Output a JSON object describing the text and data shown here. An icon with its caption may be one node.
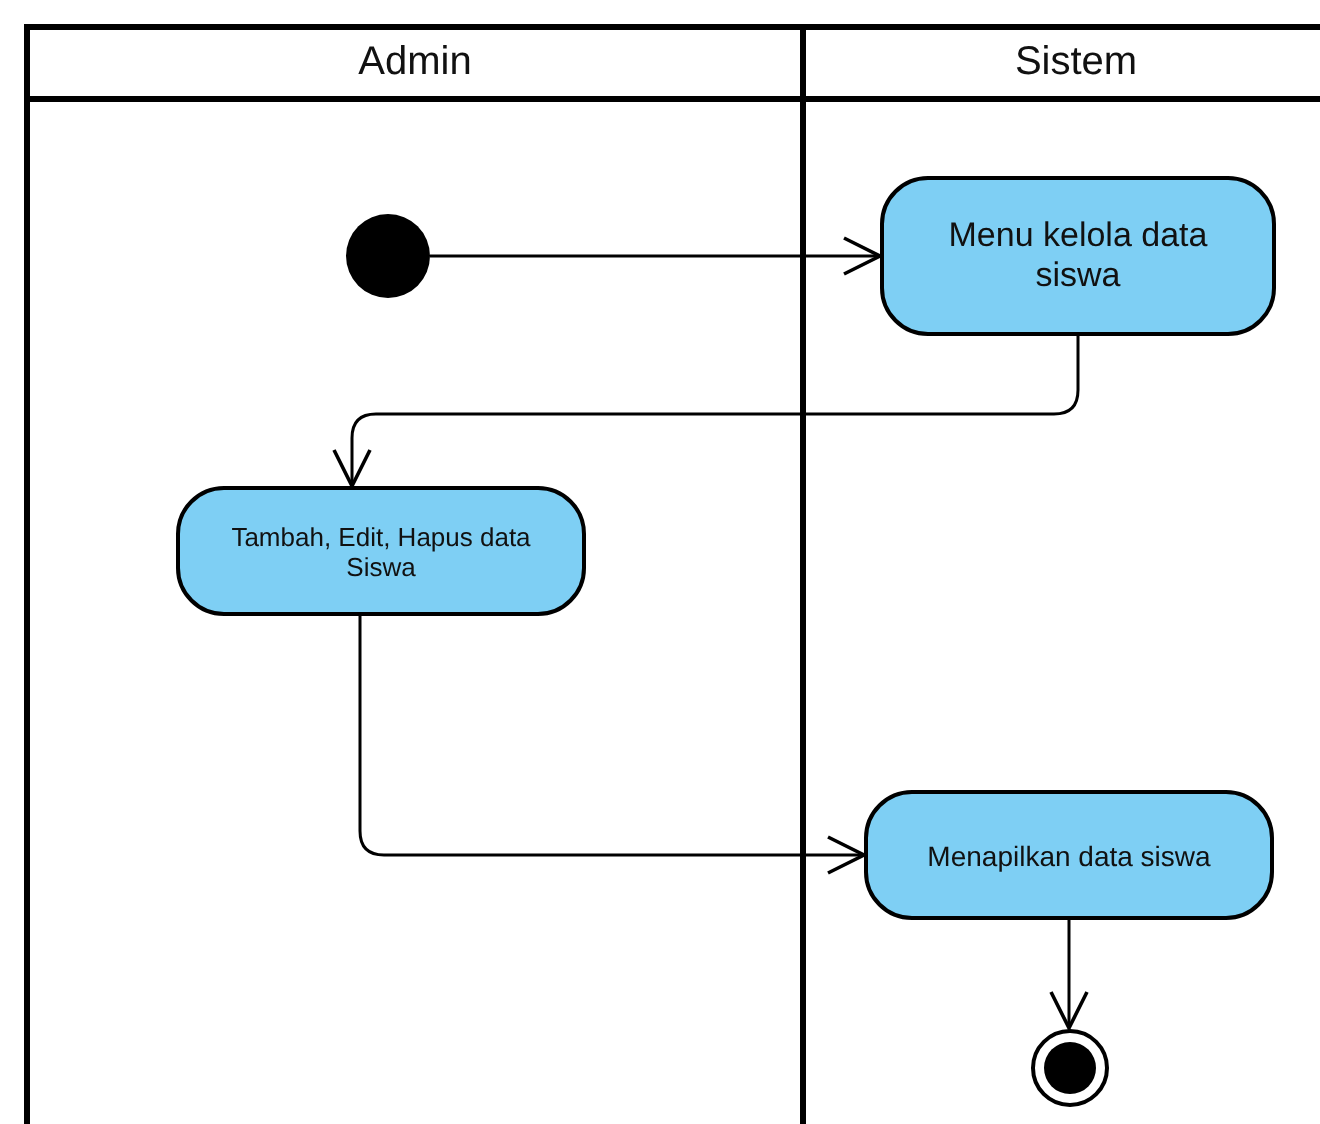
{
  "diagram": {
    "nodes": [
      {
        "text": [
          "Admin"
        ]
      },
      {
        "text": [
          "Sistem"
        ]
      },
      {
        "text": [],
        "shape": "circle",
        "in": 0
      },
      {
        "text": [
          "Menu kelola data siswa"
        ],
        "in": 1
      },
      {
        "text": [
          "Tambah, Edit, Hapus data Siswa"
        ],
        "in": 0
      },
      {
        "text": [
          "Menapilkan data siswa"
        ],
        "in": 1
      },
      {
        "text": [],
        "shape": "circle",
        "in": 1
      }
    ],
    "edges": [
      {
        "from": 2,
        "to": 3,
        "arrow": "to"
      },
      {
        "from": 3,
        "to": 4,
        "arrow": "to"
      },
      {
        "from": 4,
        "to": 5,
        "arrow": "to"
      },
      {
        "from": 5,
        "to": 6,
        "arrow": "to"
      }
    ]
  }
}
